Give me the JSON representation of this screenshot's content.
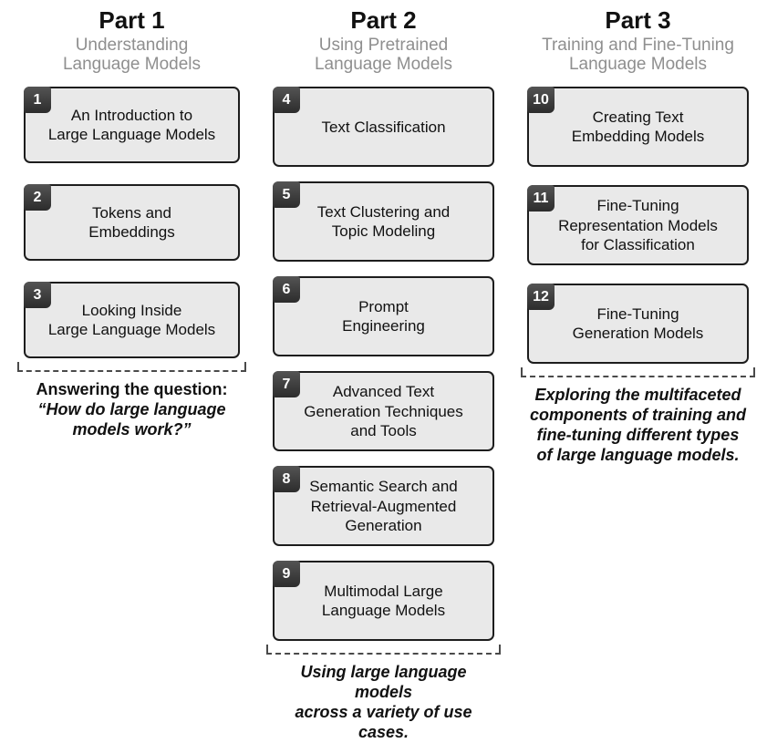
{
  "colors": {
    "box_fill": "#e9e9e9",
    "box_border": "#1d1d1d",
    "badge_bg": "#3a3a3a",
    "badge_text": "#ffffff",
    "subtitle_gray": "#8f8f8f",
    "bracket": "#4a4a4a"
  },
  "parts": [
    {
      "title": "Part 1",
      "subtitle": "Understanding\nLanguage Models",
      "chapters": [
        {
          "num": "1",
          "label": "An Introduction to\nLarge Language Models"
        },
        {
          "num": "2",
          "label": "Tokens and\nEmbeddings"
        },
        {
          "num": "3",
          "label": "Looking Inside\nLarge Language Models"
        }
      ],
      "caption_lead": "Answering the question:",
      "caption_quote": "“How do large language\nmodels work?”"
    },
    {
      "title": "Part 2",
      "subtitle": "Using Pretrained\nLanguage Models",
      "chapters": [
        {
          "num": "4",
          "label": "Text Classification"
        },
        {
          "num": "5",
          "label": "Text Clustering and\nTopic Modeling"
        },
        {
          "num": "6",
          "label": "Prompt\nEngineering"
        },
        {
          "num": "7",
          "label": "Advanced Text\nGeneration Techniques\nand Tools"
        },
        {
          "num": "8",
          "label": "Semantic Search and\nRetrieval-Augmented\nGeneration"
        },
        {
          "num": "9",
          "label": "Multimodal Large\nLanguage Models"
        }
      ],
      "caption_lead": "",
      "caption_quote": "Using large language models\nacross a variety of use cases."
    },
    {
      "title": "Part 3",
      "subtitle": "Training and Fine-Tuning\nLanguage Models",
      "chapters": [
        {
          "num": "10",
          "label": "Creating Text\nEmbedding Models"
        },
        {
          "num": "11",
          "label": "Fine-Tuning\nRepresentation Models\nfor Classification"
        },
        {
          "num": "12",
          "label": "Fine-Tuning\nGeneration Models"
        }
      ],
      "caption_lead": "",
      "caption_quote": "Exploring the multifaceted\ncomponents of training and\nfine-tuning different types\nof large language models."
    }
  ]
}
